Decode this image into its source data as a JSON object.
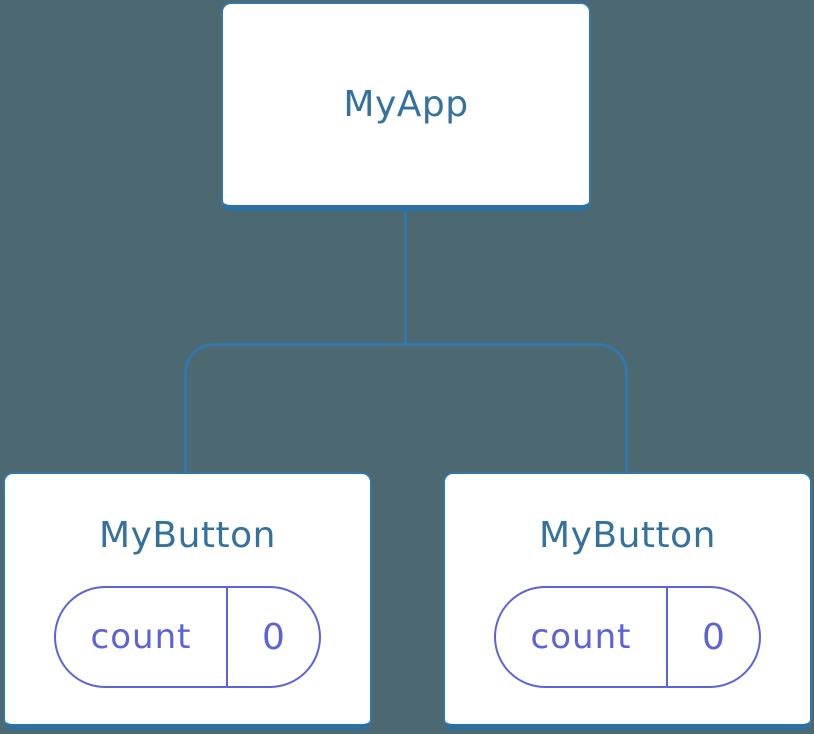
{
  "diagram": {
    "type": "component-tree",
    "tree": {
      "root": {
        "label": "MyApp"
      },
      "children": [
        {
          "label": "MyButton",
          "state": {
            "name": "count",
            "value": "0"
          }
        },
        {
          "label": "MyButton",
          "state": {
            "name": "count",
            "value": "0"
          }
        }
      ]
    }
  },
  "colors": {
    "bg": "#4C6870",
    "line": "#3376A9",
    "line_dark": "#2F70A2",
    "card": "#FFFFFF",
    "title": "#33719F",
    "pill": "#5C63DA"
  }
}
